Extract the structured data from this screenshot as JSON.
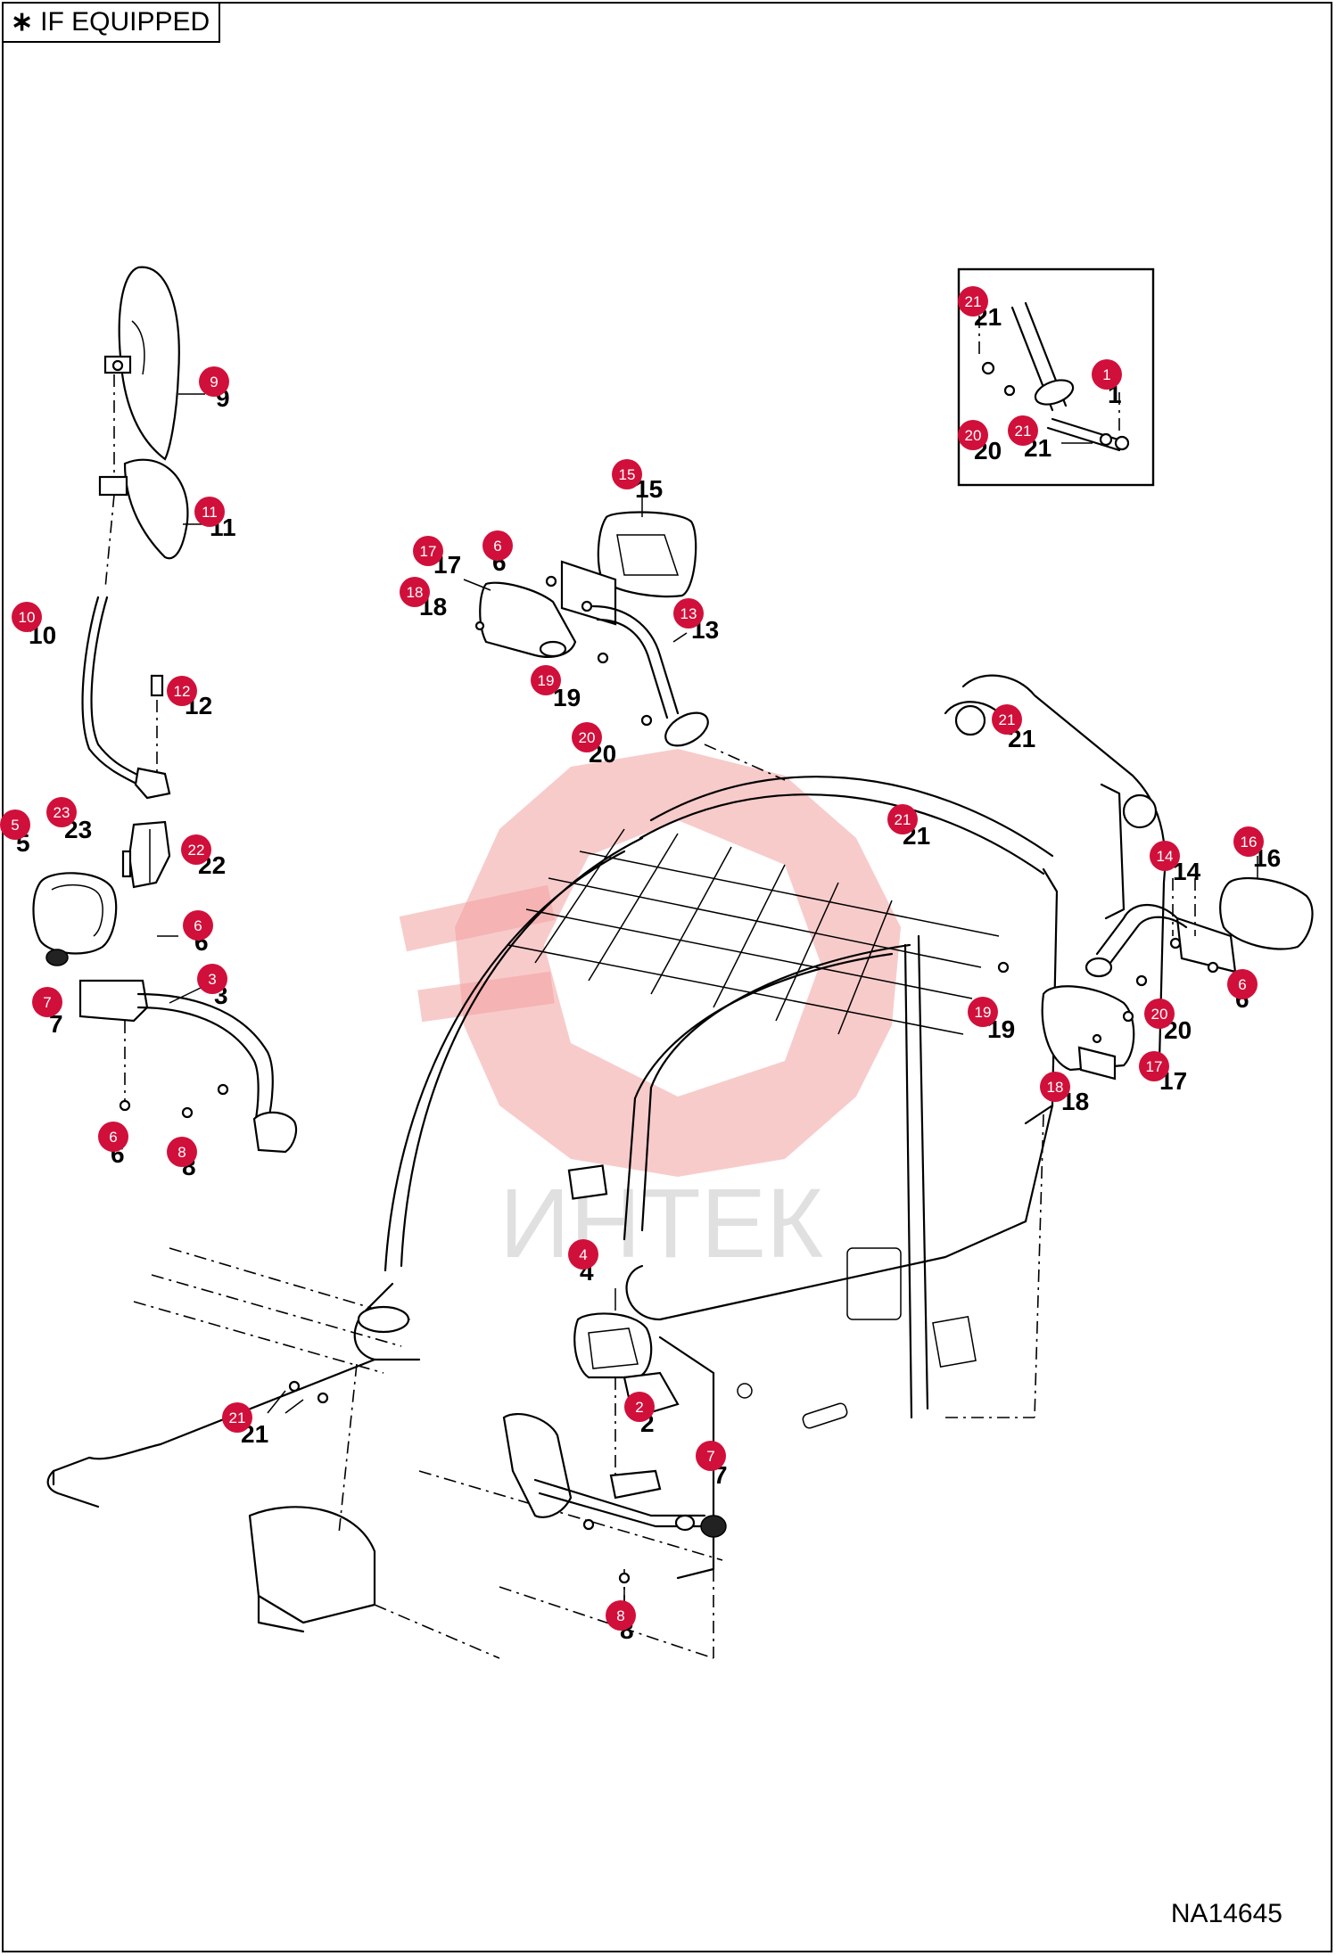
{
  "header": {
    "if_equipped_label": "IF EQUIPPED",
    "asterisk": "∗"
  },
  "drawing_id": "NA14645",
  "watermark_text": "ИНТЕК",
  "accent_color": "#d0103a",
  "callouts": [
    {
      "id": "c-21-inset-a",
      "number": "21"
    },
    {
      "id": "c-1-inset",
      "number": "1"
    },
    {
      "id": "c-20-inset",
      "number": "20"
    },
    {
      "id": "c-21-inset-b",
      "number": "21"
    },
    {
      "id": "c-9",
      "number": "9"
    },
    {
      "id": "c-11",
      "number": "11"
    },
    {
      "id": "c-10",
      "number": "10"
    },
    {
      "id": "c-12",
      "number": "12"
    },
    {
      "id": "c-5",
      "number": "5"
    },
    {
      "id": "c-23",
      "number": "23"
    },
    {
      "id": "c-22",
      "number": "22"
    },
    {
      "id": "c-6-left",
      "number": "6"
    },
    {
      "id": "c-3",
      "number": "3"
    },
    {
      "id": "c-7-left",
      "number": "7"
    },
    {
      "id": "c-6-left-low",
      "number": "6"
    },
    {
      "id": "c-8-left",
      "number": "8"
    },
    {
      "id": "c-15",
      "number": "15"
    },
    {
      "id": "c-17-top",
      "number": "17"
    },
    {
      "id": "c-6-top",
      "number": "6"
    },
    {
      "id": "c-18-top",
      "number": "18"
    },
    {
      "id": "c-13",
      "number": "13"
    },
    {
      "id": "c-19-top",
      "number": "19"
    },
    {
      "id": "c-20-top",
      "number": "20"
    },
    {
      "id": "c-21-frame-a",
      "number": "21"
    },
    {
      "id": "c-21-frame-b",
      "number": "21"
    },
    {
      "id": "c-16",
      "number": "16"
    },
    {
      "id": "c-14",
      "number": "14"
    },
    {
      "id": "c-6-right",
      "number": "6"
    },
    {
      "id": "c-19-right",
      "number": "19"
    },
    {
      "id": "c-20-right",
      "number": "20"
    },
    {
      "id": "c-17-right",
      "number": "17"
    },
    {
      "id": "c-18-right",
      "number": "18"
    },
    {
      "id": "c-4",
      "number": "4"
    },
    {
      "id": "c-21-bottom",
      "number": "21"
    },
    {
      "id": "c-2",
      "number": "2"
    },
    {
      "id": "c-7-bottom",
      "number": "7"
    },
    {
      "id": "c-8-bottom",
      "number": "8"
    }
  ]
}
